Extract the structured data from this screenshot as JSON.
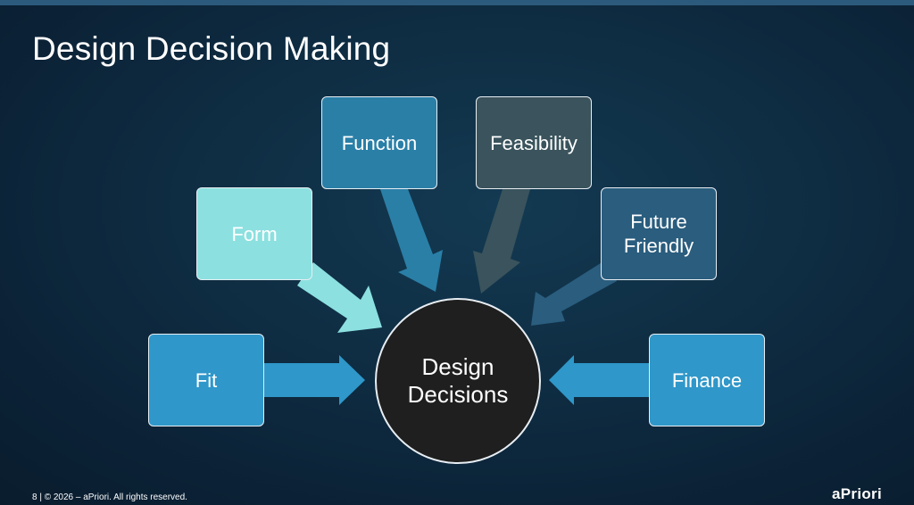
{
  "slide": {
    "title": "Design Decision Making",
    "center_label": "Design\nDecisions",
    "footer": "8  |  © 2026 – aPriori. All rights reserved.",
    "logo": "aPriori"
  },
  "colors": {
    "function": "#2a7fa7",
    "feasibility": "#3a535c",
    "form": "#8ce0e0",
    "future_friendly": "#2a5d7e",
    "fit": "#2f97c9",
    "finance": "#2f97c9",
    "center": "#1f1f1f"
  },
  "nodes": [
    {
      "id": "function",
      "label": "Function"
    },
    {
      "id": "feasibility",
      "label": "Feasibility"
    },
    {
      "id": "form",
      "label": "Form"
    },
    {
      "id": "future-friendly",
      "label": "Future\nFriendly"
    },
    {
      "id": "fit",
      "label": "Fit"
    },
    {
      "id": "finance",
      "label": "Finance"
    }
  ]
}
